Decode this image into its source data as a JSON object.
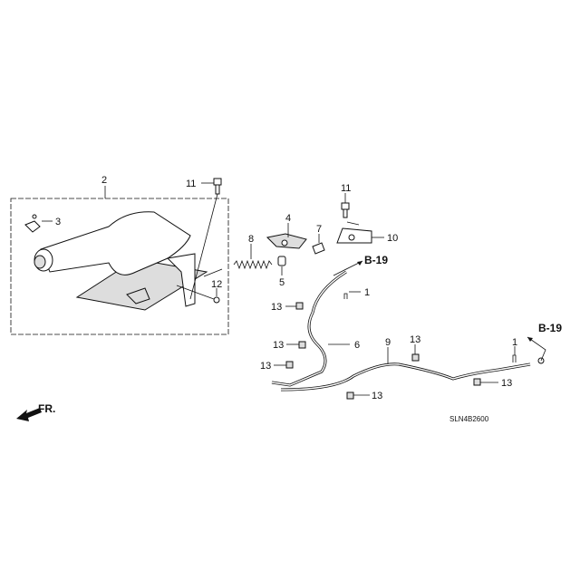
{
  "diagram_code": "SLN4B2600",
  "direction_label": "FR.",
  "references": [
    "B-19",
    "B-19"
  ],
  "callouts": {
    "lever_assembly": "2",
    "bolt_upper_left": "11",
    "clip_3": "3",
    "bolt_12": "12",
    "spring": "8",
    "bracket_4": "4",
    "part_7": "7",
    "part_5": "5",
    "bolt_upper_right": "11",
    "bracket_10": "10",
    "clip_1_upper": "1",
    "nut_a": "13",
    "cable_6": "6",
    "nut_b": "13",
    "nut_c": "13",
    "cable_9": "9",
    "nut_d": "13",
    "nut_e": "13",
    "clip_1_right": "1",
    "nut_f": "13"
  }
}
